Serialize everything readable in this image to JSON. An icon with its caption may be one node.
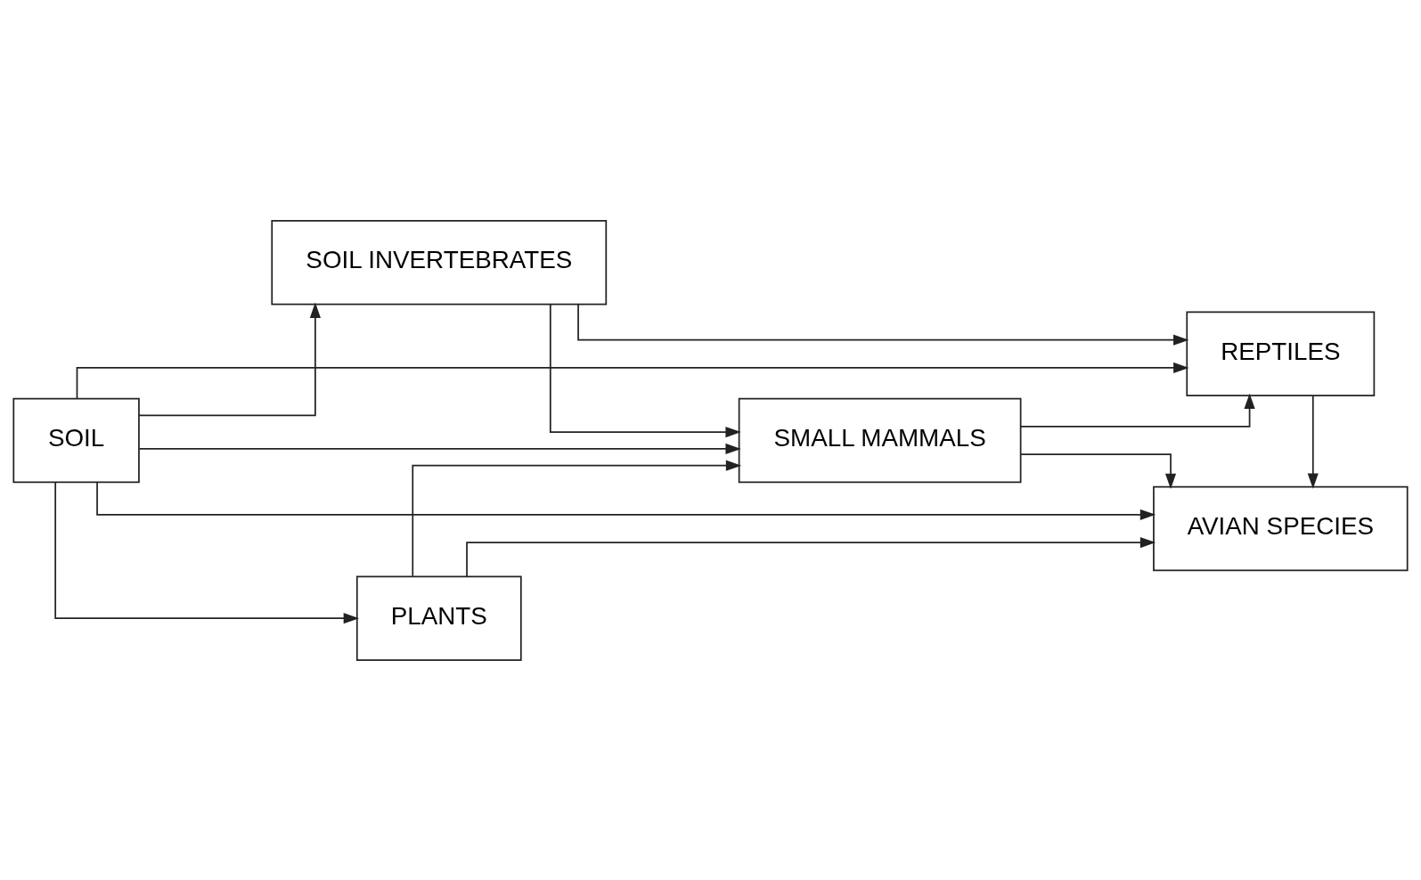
{
  "diagram": {
    "nodes": [
      {
        "text": [
          "SOIL"
        ]
      },
      {
        "text": [
          "SOIL INVERTEBRATES"
        ]
      },
      {
        "text": [
          "SMALL MAMMALS"
        ]
      },
      {
        "text": [
          "PLANTS"
        ]
      },
      {
        "text": [
          "REPTILES"
        ]
      },
      {
        "text": [
          "AVIAN SPECIES"
        ]
      }
    ],
    "edges": [
      {
        "from": 0,
        "to": 4,
        "arrow": "to"
      },
      {
        "from": 0,
        "to": 1,
        "arrow": "to"
      },
      {
        "from": 0,
        "to": 2,
        "arrow": "to"
      },
      {
        "from": 0,
        "to": 3,
        "arrow": "to"
      },
      {
        "from": 0,
        "to": 5,
        "arrow": "to"
      },
      {
        "from": 1,
        "to": 4,
        "arrow": "to"
      },
      {
        "from": 1,
        "to": 2,
        "arrow": "to"
      },
      {
        "from": 2,
        "to": 4,
        "arrow": "to"
      },
      {
        "from": 3,
        "to": 2,
        "arrow": "to"
      },
      {
        "from": 3,
        "to": 5,
        "arrow": "to"
      },
      {
        "from": 2,
        "to": 5,
        "arrow": "to"
      },
      {
        "from": 4,
        "to": 5,
        "arrow": "to"
      }
    ]
  }
}
